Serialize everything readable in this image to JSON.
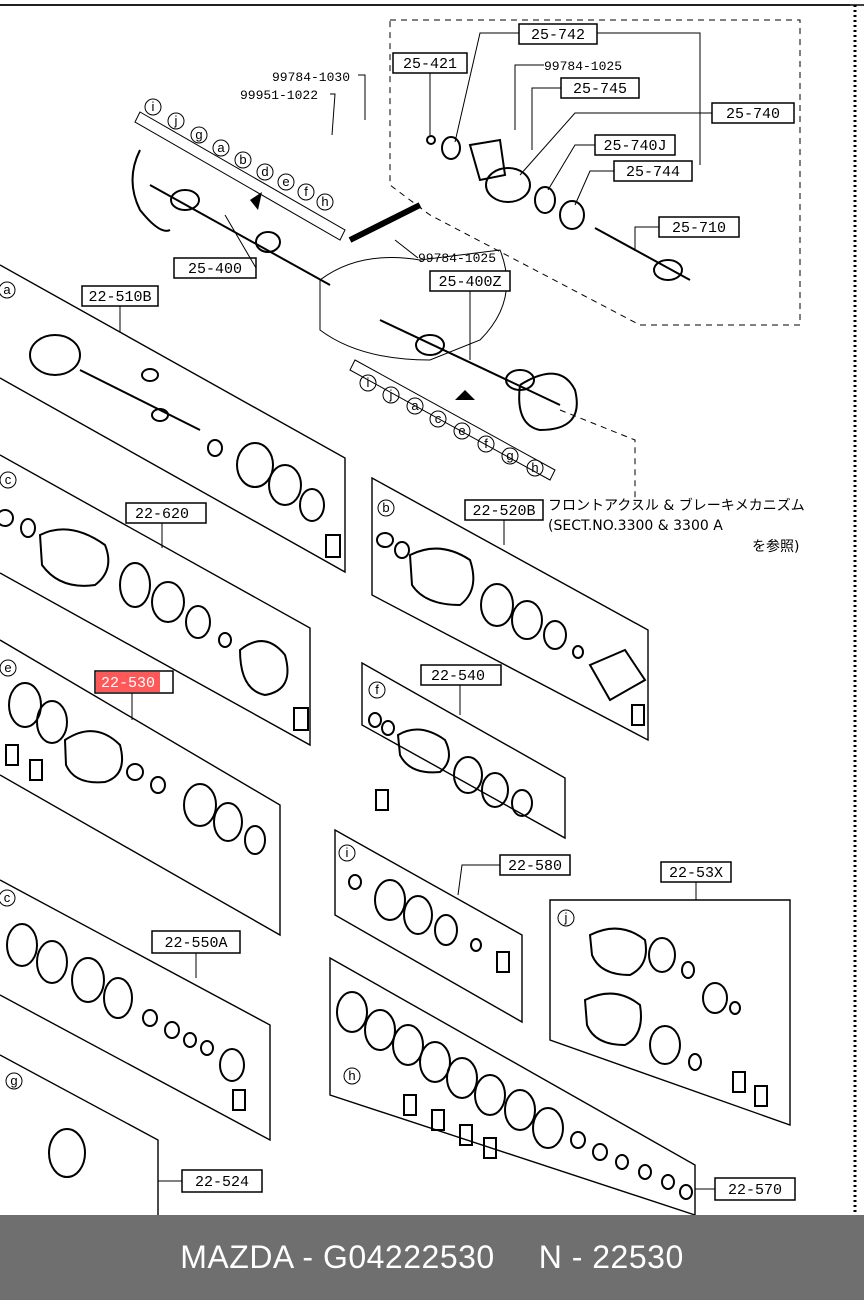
{
  "callouts": {
    "c25_742": "25-742",
    "c25_421": "25-421",
    "c25_745": "25-745",
    "c25_740": "25-740",
    "c25_740J": "25-740J",
    "c25_744": "25-744",
    "c25_710": "25-710",
    "c25_400": "25-400",
    "c25_400Z": "25-400Z",
    "c22_510B": "22-510B",
    "c22_620": "22-620",
    "c22_520B": "22-520B",
    "c22_530": "22-530",
    "c22_540": "22-540",
    "c22_580": "22-580",
    "c22_53X": "22-53X",
    "c22_550A": "22-550A",
    "c22_524": "22-524",
    "c22_570": "22-570"
  },
  "part_numbers": {
    "p1": "99784-1030",
    "p2": "99951-1022",
    "p3": "99784-1025",
    "p4": "99784-1025"
  },
  "note": {
    "line1": "フロントアクスル & ブレーキメカニズム",
    "line2": "(SECT.NO.3300 & 3300 A",
    "line3": "を参照)"
  },
  "circle_letters": {
    "upper": [
      "i",
      "j",
      "g",
      "a",
      "b",
      "d",
      "e",
      "f",
      "h"
    ],
    "lower": [
      "i",
      "j",
      "a",
      "c",
      "e",
      "f",
      "g",
      "h"
    ],
    "panels": [
      "a",
      "b",
      "c",
      "e",
      "f",
      "i",
      "j",
      "c",
      "g",
      "h"
    ]
  },
  "highlight_color": "#ff3b3b",
  "footer": {
    "brand": "MAZDA - G04222530",
    "ref": "N - 22530"
  }
}
